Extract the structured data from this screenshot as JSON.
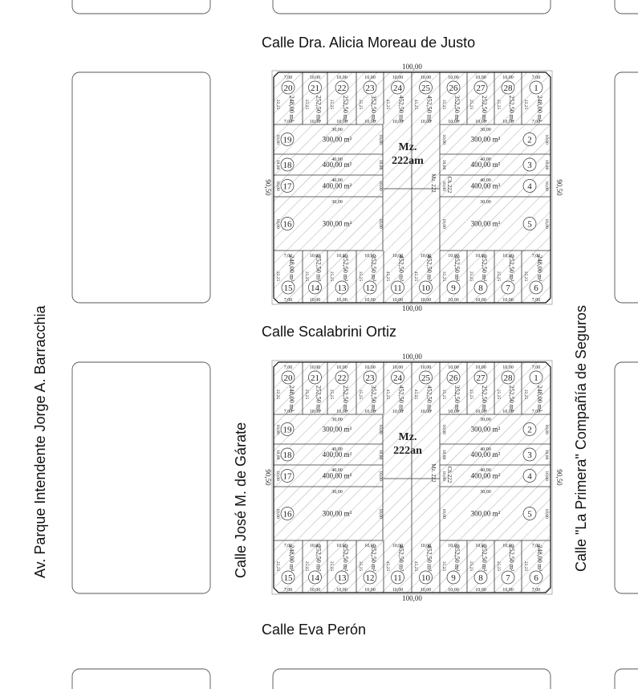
{
  "streets": {
    "top": "Calle Dra. Alicia Moreau de Justo",
    "middle": "Calle Scalabrini Ortiz",
    "bottom": "Calle Eva Perón",
    "left_far": "Av. Parque Intendente Jorge A. Barracchia",
    "left_near": "Calle José M. de Gárate",
    "right": "Calle \"La Primera\" Compañía de Seguros"
  },
  "blocks": [
    {
      "id": "upper",
      "label_prefix": "Mz.",
      "label_code": "222am",
      "top_width": "100,00",
      "bottom_width": "100,00",
      "left_height": "90,50",
      "right_height": "90,50",
      "central_refs": [
        "Mz. 222",
        "Ch.222"
      ]
    },
    {
      "id": "lower",
      "label_prefix": "Mz.",
      "label_code": "222an",
      "top_width": "100,00",
      "bottom_width": "100,00",
      "left_height": "90,50",
      "right_height": "90,50",
      "central_refs": [
        "Mz. 222",
        "Ch.222"
      ]
    }
  ],
  "top_lots": [
    {
      "n": "20",
      "area": "248,00 m²",
      "w": "7,00"
    },
    {
      "n": "21",
      "area": "252,50 m²",
      "w": "10,00"
    },
    {
      "n": "22",
      "area": "252,50 m²",
      "w": "10,00"
    },
    {
      "n": "23",
      "area": "352,50 m²",
      "w": "10,00"
    },
    {
      "n": "24",
      "area": "452,50 m²",
      "w": "10,00"
    },
    {
      "n": "25",
      "area": "452,50 m²",
      "w": "10,00"
    },
    {
      "n": "26",
      "area": "352,50 m²",
      "w": "10,00"
    },
    {
      "n": "27",
      "area": "252,50 m²",
      "w": "10,00"
    },
    {
      "n": "28",
      "area": "252,50 m²",
      "w": "10,00"
    },
    {
      "n": "1",
      "area": "248,00 m²",
      "w": "7,00"
    }
  ],
  "bottom_lots": [
    {
      "n": "15",
      "area": "248,00 m²",
      "w": "7,00"
    },
    {
      "n": "14",
      "area": "252,50 m²",
      "w": "10,00"
    },
    {
      "n": "13",
      "area": "252,50 m²",
      "w": "10,00"
    },
    {
      "n": "12",
      "area": "352,50 m²",
      "w": "10,00"
    },
    {
      "n": "11",
      "area": "452,50 m²",
      "w": "10,00"
    },
    {
      "n": "10",
      "area": "452,50 m²",
      "w": "10,00"
    },
    {
      "n": "9",
      "area": "352,50 m²",
      "w": "10,00"
    },
    {
      "n": "8",
      "area": "252,50 m²",
      "w": "10,00"
    },
    {
      "n": "7",
      "area": "252,50 m²",
      "w": "10,00"
    },
    {
      "n": "6",
      "area": "248,00 m²",
      "w": "7,00"
    }
  ],
  "left_lots": [
    {
      "n": "19",
      "area": "300,00 m²",
      "len": "30,00"
    },
    {
      "n": "18",
      "area": "400,00 m²",
      "len": "40,00"
    },
    {
      "n": "17",
      "area": "400,00 m²",
      "len": "40,00"
    },
    {
      "n": "16",
      "area": "300,00 m²",
      "len": "30,00"
    }
  ],
  "right_lots": [
    {
      "n": "2",
      "area": "300,00 m²",
      "len": "30,00"
    },
    {
      "n": "3",
      "area": "400,00 m²",
      "len": "40,00"
    },
    {
      "n": "4",
      "area": "400,00 m²",
      "len": "40,00"
    },
    {
      "n": "5",
      "area": "300,00 m²",
      "len": "30,00"
    }
  ],
  "depths": {
    "corner": "22,25",
    "std": "25,25",
    "mid": "35,25",
    "deep": "45,25",
    "side_width": "10,00"
  },
  "colors": {
    "line": "#333333",
    "hatch": "#8a8a8a",
    "block_outline": "#555555"
  }
}
